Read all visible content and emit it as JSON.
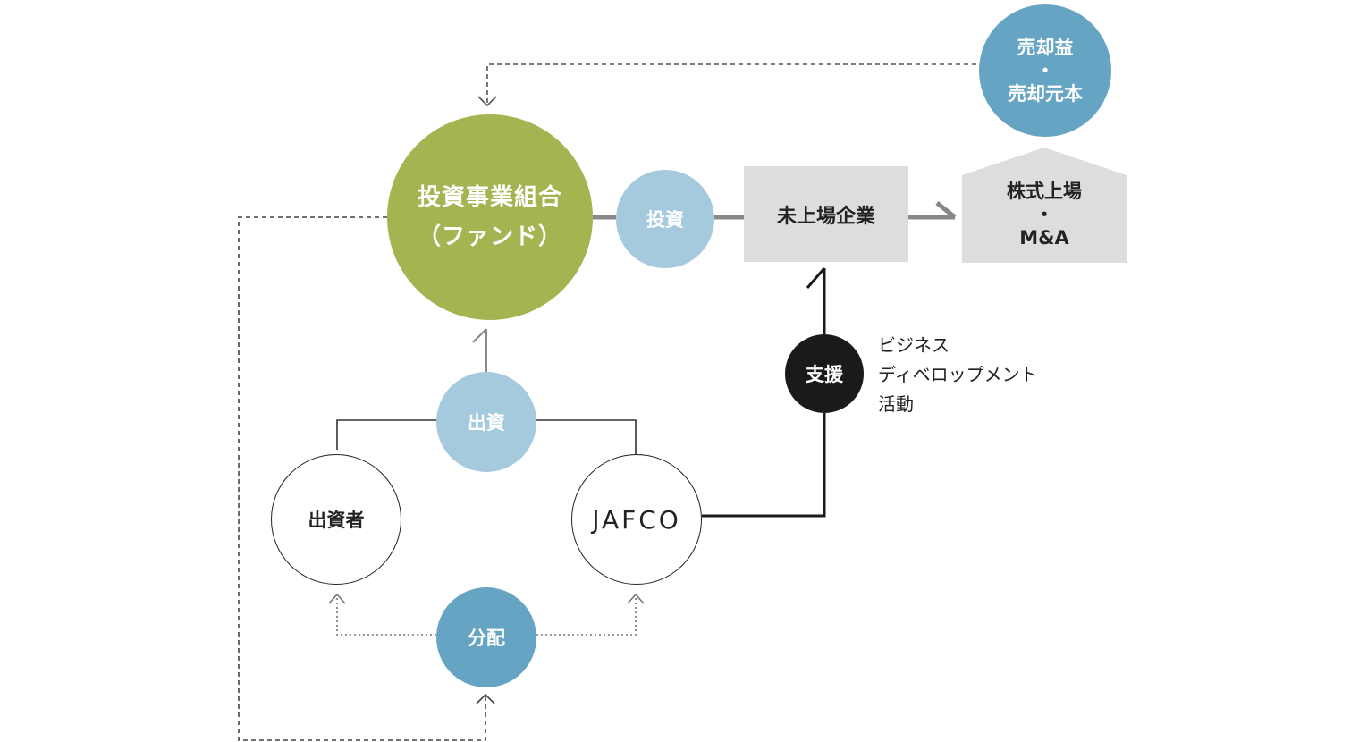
{
  "fund": {
    "line1": "投資事業組合",
    "line2": "（ファンド）"
  },
  "invest_label": "投資",
  "company_label": "未上場企業",
  "listing": {
    "line1": "株式上場",
    "dot": "・",
    "line2": "M&A"
  },
  "proceeds": {
    "line1": "売却益",
    "dot": "・",
    "line2": "売却元本"
  },
  "contribution_label": "出資",
  "investor_label": "出資者",
  "jafco_label": "JAFCO",
  "distribution_label": "分配",
  "support_label": "支援",
  "support_note": {
    "line1": "ビジネス",
    "line2": "ディベロップメント",
    "line3": "活動"
  },
  "colors": {
    "fund": "#a2b551",
    "light_blue": "#a5c9dd",
    "mid_blue": "#65a4c3",
    "gray_box": "#dcdddd",
    "support": "#1a1a1a"
  }
}
